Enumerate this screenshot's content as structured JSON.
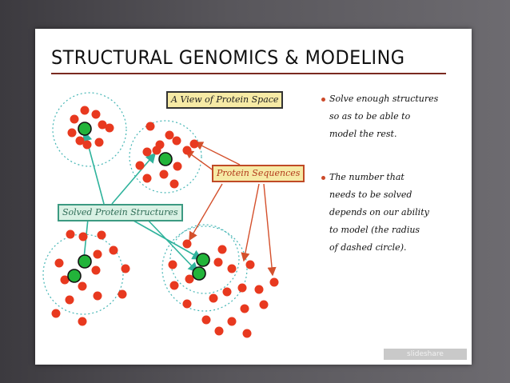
{
  "title": "STRUCTURAL GENOMICS & MODELING",
  "labels": {
    "view": "A View of Protein Space",
    "sequences": "Protein Sequences",
    "solved": "Solved Protein Structures"
  },
  "bullets": [
    [
      "Solve enough structures",
      "so as to be able to",
      "model the rest."
    ],
    [
      "The number that",
      "needs to be solved",
      "depends on our ability",
      "to model (the radius",
      "of dashed circle)."
    ]
  ],
  "watermark": "slideshare",
  "colors": {
    "sequence_dot": "#e8391f",
    "solved_dot": "#22b43a",
    "circle": "#46b6b5",
    "solved_arrow": "#2fb39c",
    "sequence_arrow": "#d4502c"
  }
}
